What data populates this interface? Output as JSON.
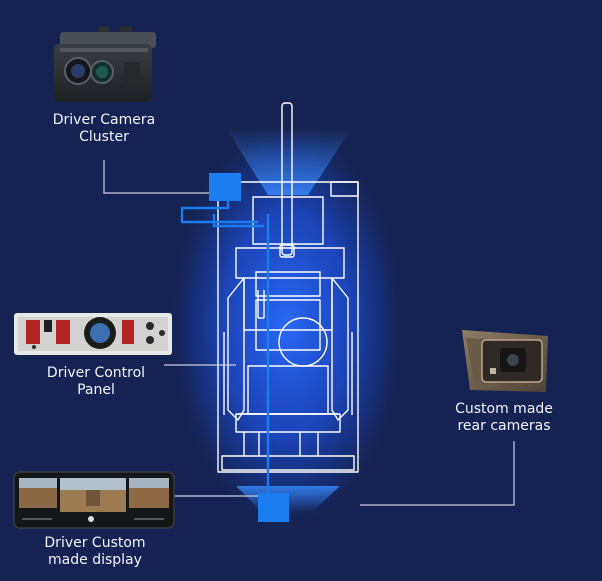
{
  "components": {
    "driver_camera_cluster": {
      "line1": "Driver Camera",
      "line2": "Cluster"
    },
    "driver_control_panel": {
      "line1": "Driver Control",
      "line2": "Panel"
    },
    "rear_cameras": {
      "line1": "Custom made",
      "line2": "rear cameras"
    },
    "driver_display": {
      "line1": "Driver Custom",
      "line2": "made display"
    }
  },
  "colors": {
    "background": "#152352",
    "vehicle_outline": "#ffffff",
    "signal_blue": "#1c7df0",
    "glow_blue": "#1d5fe0",
    "leader_line": "#c9cfdf",
    "label_text": "#f2f4fb"
  }
}
